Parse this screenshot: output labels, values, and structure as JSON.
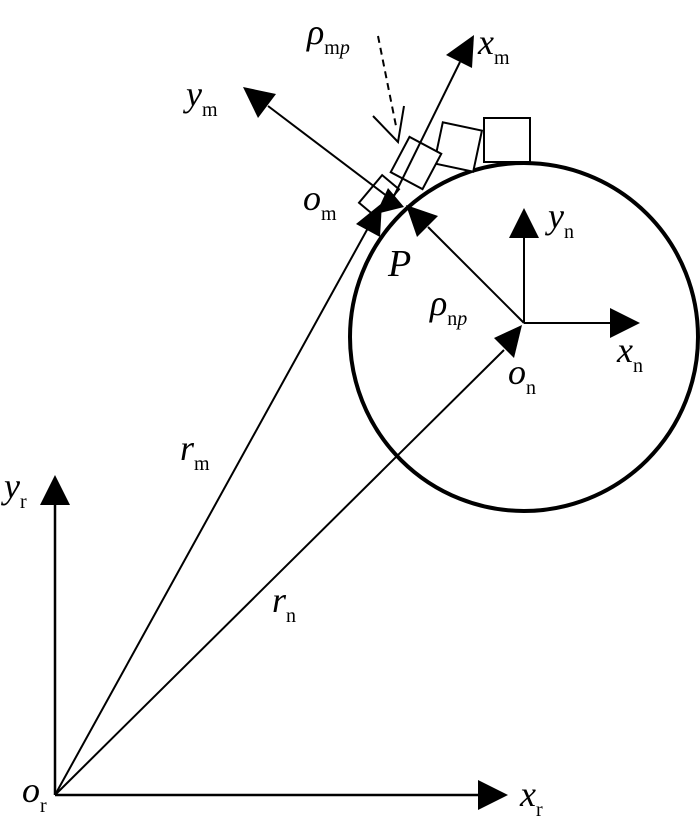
{
  "diagram": {
    "colors": {
      "stroke": "#000000",
      "background": "#ffffff"
    },
    "labels": {
      "rho_mp": {
        "main": "ρ",
        "sub_upright": "m",
        "sub_italic": "p"
      },
      "x_m": {
        "main": "x",
        "sub": "m"
      },
      "y_m": {
        "main": "y",
        "sub": "m"
      },
      "o_m": {
        "main": "o",
        "sub": "m"
      },
      "P": {
        "main": "P"
      },
      "y_n": {
        "main": "y",
        "sub": "n"
      },
      "rho_np": {
        "main": "ρ",
        "sub_upright": "n",
        "sub_italic": "p"
      },
      "x_n": {
        "main": "x",
        "sub": "n"
      },
      "o_n": {
        "main": "o",
        "sub": "n"
      },
      "r_m": {
        "main": "r",
        "sub": "m"
      },
      "r_n": {
        "main": "r",
        "sub": "n"
      },
      "y_r": {
        "main": "y",
        "sub": "r"
      },
      "x_r": {
        "main": "x",
        "sub": "r"
      },
      "o_r": {
        "main": "o",
        "sub": "r"
      }
    }
  }
}
